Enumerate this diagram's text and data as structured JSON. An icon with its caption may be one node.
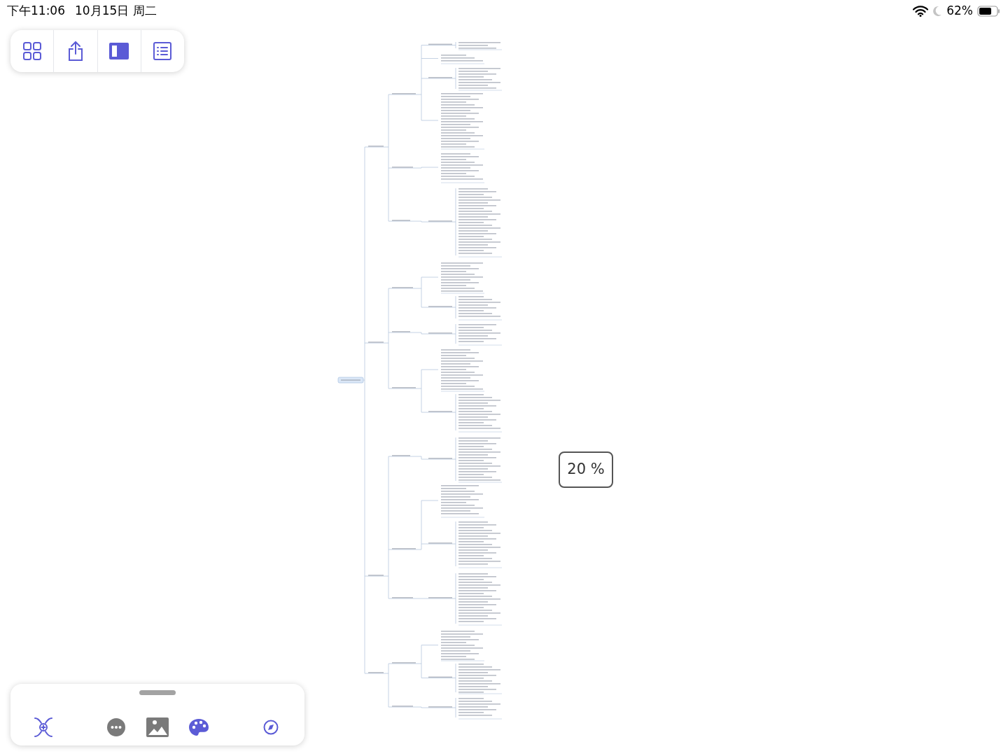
{
  "diagram": {
    "nodes": [
      {
        "text": [
          "20 %"
        ]
      }
    ],
    "labels": [
      "下午11:06",
      "10月15日 周二",
      "62%"
    ]
  }
}
